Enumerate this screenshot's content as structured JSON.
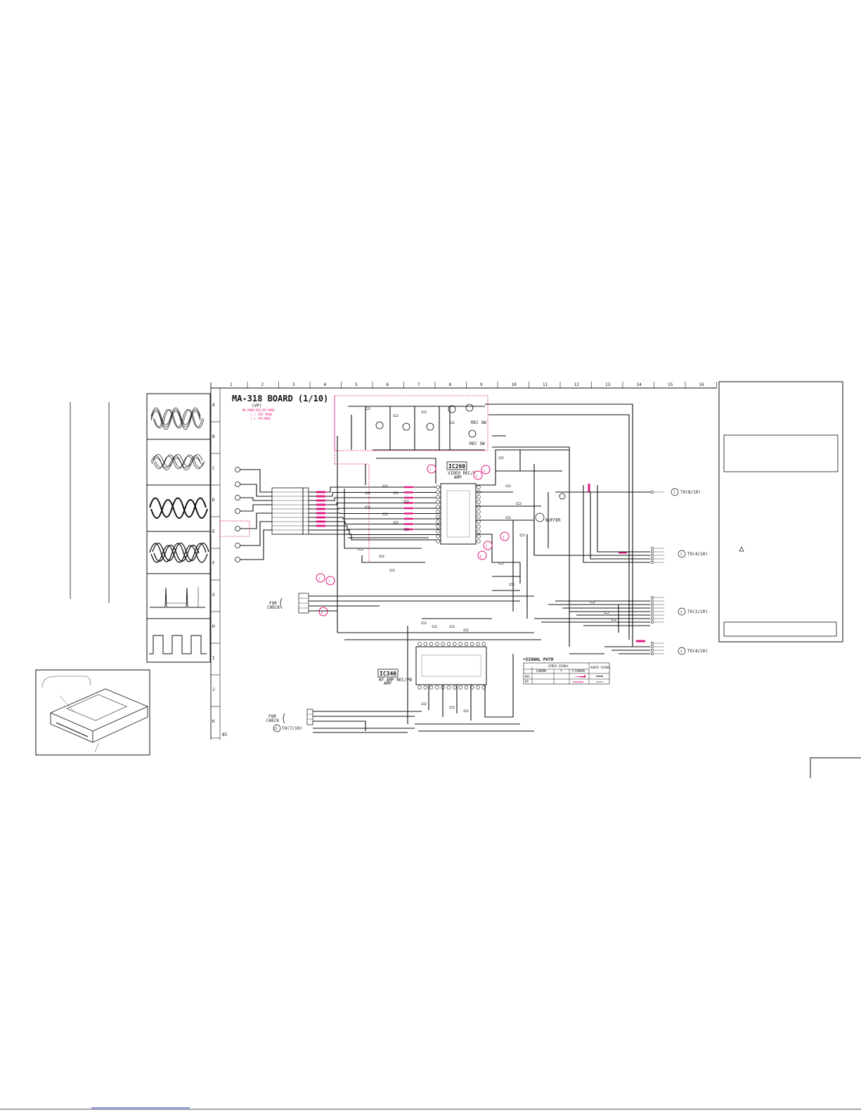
{
  "board": {
    "title": "MA-318 BOARD (1/10)",
    "subtitle": "(VP)",
    "mode_notes": [
      "NO MARK:REC/PB MODE",
      "( ) :REC MODE",
      "< > :PB MODE"
    ]
  },
  "grid": {
    "columns": [
      "1",
      "2",
      "3",
      "4",
      "5",
      "6",
      "7",
      "8",
      "9",
      "10",
      "11",
      "12",
      "13",
      "14",
      "15",
      "16"
    ],
    "rows": [
      "A",
      "B",
      "C",
      "D",
      "E",
      "F",
      "G",
      "H",
      "I",
      "J",
      "K"
    ]
  },
  "ics": {
    "ic260": {
      "name": "IC260",
      "desc": "VIDEO REC/PB",
      "sub": "AMP"
    },
    "ic340": {
      "name": "IC340",
      "desc": "RF AMP REC/PB",
      "sub": "AMP"
    }
  },
  "blocks": {
    "buffer": "BUFFER",
    "rec_sw_top": "REC SW",
    "rec_sw_mid": "REC SW"
  },
  "markers": [
    "1",
    "2",
    "3",
    "4",
    "5",
    "6",
    "7"
  ],
  "check": {
    "upper": [
      "FOR",
      "CHECK"
    ],
    "lower": [
      "FOR",
      "CHECK"
    ]
  },
  "destinations": {
    "d1": "TO(8/10)",
    "d2": "TO(4/10)",
    "d3": "TO(2/10)",
    "d4": "TO(4/10)",
    "d22": "TO(7/10)"
  },
  "signal_path": {
    "title": "SIGNAL PATH",
    "group_header": "VIDEO SIGNAL",
    "headers": [
      "CHROMA",
      "Y",
      "Y/CHROMA",
      "AUDIO SIGNAL"
    ],
    "rows": [
      "REC",
      "PB"
    ]
  },
  "page_number": "85",
  "colors": {
    "accent": "#e0187f",
    "ink": "#111111"
  }
}
